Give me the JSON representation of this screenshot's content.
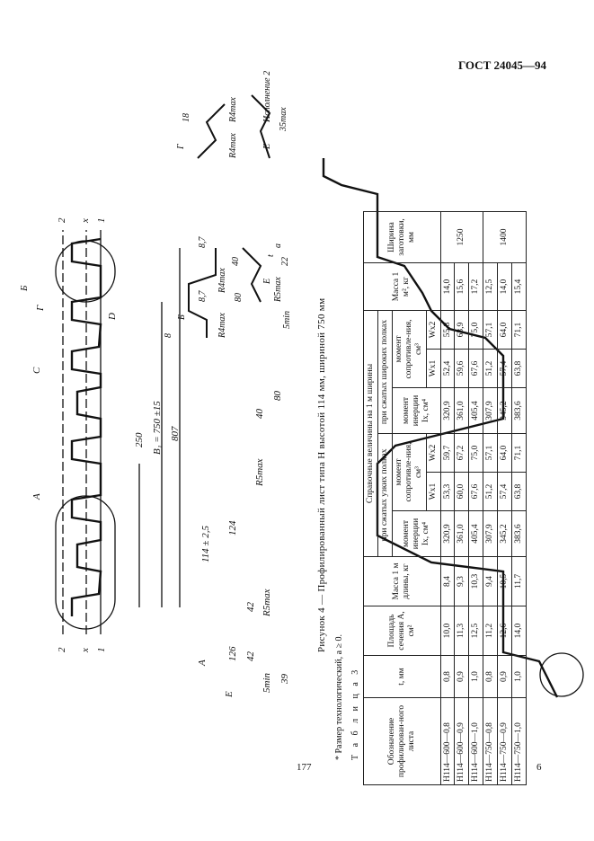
{
  "header": {
    "standard": "ГОСТ 24045—94"
  },
  "footer": {
    "page_left": "177",
    "page_right": "6"
  },
  "figure": {
    "caption": "Рисунок 4 — Профилированный лист типа Н высотой 114 мм, шириной 750 мм",
    "labels": {
      "A1": "А",
      "A2": "А",
      "B1": "Б",
      "B2": "Б",
      "C": "С",
      "D": "D",
      "G1": "Г",
      "G2": "Г",
      "E1": "Е",
      "E2": "Е",
      "E3": "Е",
      "dim_250": "250",
      "dim_b1": "B₁ = 750 ±15",
      "dim_807": "807",
      "dim_114": "114 ± 2,5",
      "dim_124": "124",
      "dim_126": "126",
      "dim_42a": "42",
      "dim_42b": "42",
      "dim_40a": "40",
      "dim_80a": "80",
      "dim_40b": "40",
      "dim_80b": "80",
      "dim_39": "39",
      "r5max_a": "R5max",
      "r5max_b": "R5max",
      "r5max_c": "R5max",
      "r4max_a": "R4max",
      "r4max_b": "R4max",
      "r4max_c": "R4max",
      "r4max_d": "R4max",
      "dim_87a": "8,7",
      "dim_87b": "8,7",
      "dim_18": "18",
      "dim_22": "22",
      "dim_35max": "35max",
      "smin_a": "5min",
      "smin_b": "5min",
      "isp2": "Исполнение 2",
      "t": "t",
      "a": "a",
      "x": "x",
      "two": "2",
      "one": "1",
      "eight": "8"
    }
  },
  "footnote": "* Размер технологический, a ≥ 0.",
  "table": {
    "name": "Т а б л и ц а 3",
    "headers": {
      "designation": "Обозначение профилирован-ного листа",
      "t": "t, мм",
      "area": "Площадь сечения A, см²",
      "mass1m": "Масса 1 м длины, кг",
      "ref": "Справочные величины на 1 м ширины",
      "narrow": "при сжатых узких полках",
      "wide": "при сжатых широких полках",
      "inertia": "момент инерции Ix, см⁴",
      "moment": "момент сопротивле-ния, см³",
      "wx1": "Wx1",
      "wx2": "Wx2",
      "mass1m2": "Масса 1 м², кг",
      "width": "Ширина заготовки, мм"
    },
    "rows": [
      [
        "Н114—600—0,8",
        "0,8",
        "10,0",
        "8,4",
        "320,9",
        "53,3",
        "59,7",
        "320,9",
        "52,4",
        "55,8",
        "14,0"
      ],
      [
        "Н114—600—0,9",
        "0,9",
        "11,3",
        "9,3",
        "361,0",
        "60,0",
        "67,2",
        "361,0",
        "59,6",
        "63,9",
        "15,6"
      ],
      [
        "Н114—600—1,0",
        "1,0",
        "12,5",
        "10,3",
        "405,4",
        "67,6",
        "75,0",
        "405,4",
        "67,6",
        "75,0",
        "17,2"
      ],
      [
        "Н114—750—0,8",
        "0,8",
        "11,2",
        "9,4",
        "307,9",
        "51,2",
        "57,1",
        "307,9",
        "51,2",
        "57,1",
        "12,5"
      ],
      [
        "Н114—750—0,9",
        "0,9",
        "12,6",
        "10,5",
        "345,2",
        "57,4",
        "64,0",
        "345,2",
        "57,4",
        "64,0",
        "14,0"
      ],
      [
        "Н114—750—1,0",
        "1,0",
        "14,0",
        "11,7",
        "383,6",
        "63,8",
        "71,1",
        "383,6",
        "63,8",
        "71,1",
        "15,4"
      ]
    ],
    "width_values": [
      "1250",
      "1400"
    ]
  }
}
